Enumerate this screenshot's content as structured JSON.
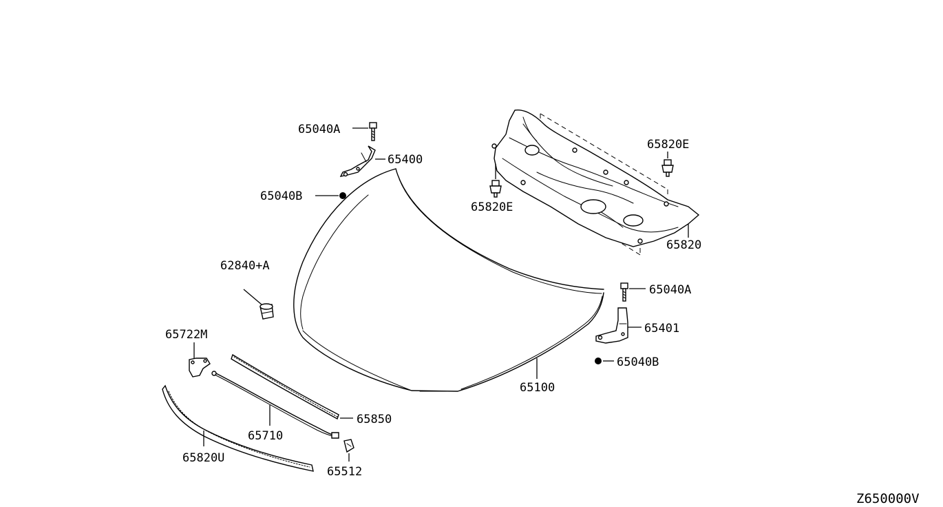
{
  "diagram": {
    "code": "Z650000V",
    "labels": {
      "p65040A_top": "65040A",
      "p65400": "65400",
      "p65040B_top": "65040B",
      "p65820E_right": "65820E",
      "p65820E_left": "65820E",
      "p65820": "65820",
      "p62840A": "62840+A",
      "p65040A_right": "65040A",
      "p65401": "65401",
      "p65040B_right": "65040B",
      "p65722M": "65722M",
      "p65100": "65100",
      "p65850": "65850",
      "p65710": "65710",
      "p65820U": "65820U",
      "p65512": "65512"
    }
  }
}
